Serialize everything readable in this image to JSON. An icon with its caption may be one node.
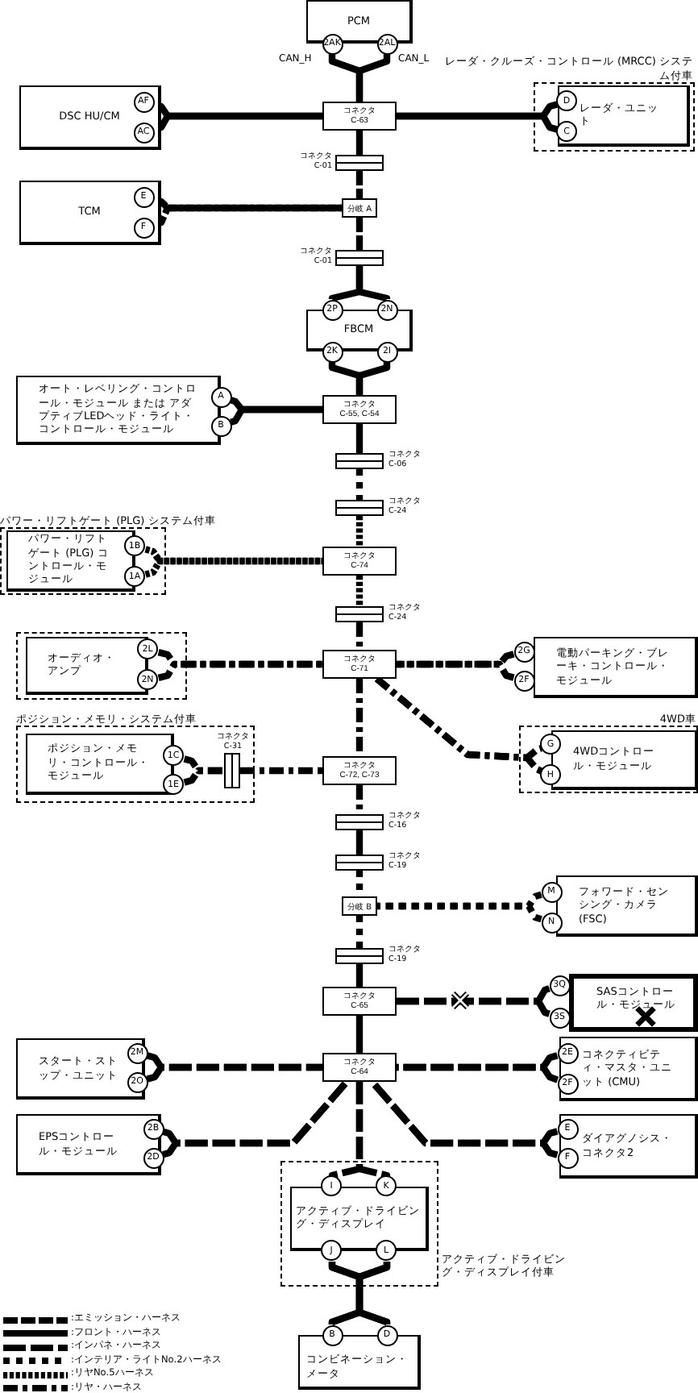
{
  "diagram": {
    "nodes": [
      {
        "text": [
          "PCM"
        ]
      },
      {
        "text": [
          "2AK"
        ]
      },
      {
        "text": [
          "2AL"
        ]
      },
      {
        "text": [
          "レーダ・クルーズ・コントロール (MRCC) システム付車"
        ]
      },
      {
        "text": [
          "DSC HU/CM"
        ]
      },
      {
        "text": [
          "AF"
        ],
        "in": 4
      },
      {
        "text": [
          "AC"
        ],
        "in": 4
      },
      {
        "text": [
          "コネクタ C-63"
        ]
      },
      {
        "text": [
          "レーダ・ユニット"
        ],
        "in": 3
      },
      {
        "text": [
          "D"
        ],
        "in": 8
      },
      {
        "text": [
          "C"
        ],
        "in": 8
      },
      {
        "text": [],
        "shape": "box",
        "beside": [
          "コネクタ C-01"
        ]
      },
      {
        "text": [
          "TCM"
        ]
      },
      {
        "text": [
          "E"
        ],
        "in": 12
      },
      {
        "text": [
          "F"
        ],
        "in": 12
      },
      {
        "text": [
          "分岐 A"
        ]
      },
      {
        "text": [],
        "shape": "box",
        "beside": [
          "コネクタ C-01"
        ]
      },
      {
        "text": [
          "FBCM"
        ]
      },
      {
        "text": [
          "2P"
        ]
      },
      {
        "text": [
          "2N"
        ]
      },
      {
        "text": [
          "2K"
        ]
      },
      {
        "text": [
          "2I"
        ]
      },
      {
        "text": [
          "オート・レベリング・コントロール・モジュール または アダプティブLEDヘッド・ライト・コントロール・モジュール"
        ]
      },
      {
        "text": [
          "A"
        ]
      },
      {
        "text": [
          "B"
        ]
      },
      {
        "text": [
          "コネクタ C-55, C-54"
        ]
      },
      {
        "text": [],
        "shape": "box",
        "beside": [
          "コネクタ C-06"
        ]
      },
      {
        "text": [],
        "shape": "box",
        "beside": [
          "コネクタ C-24"
        ]
      },
      {
        "text": [
          "パワー・リフトゲート (PLG) システム付車"
        ]
      },
      {
        "text": [
          "パワー・リフトゲート (PLG) コントロール・モジュール"
        ],
        "in": 28
      },
      {
        "text": [
          "1B"
        ],
        "in": 28
      },
      {
        "text": [
          "1A"
        ],
        "in": 28
      },
      {
        "text": [
          "コネクタ C-74"
        ]
      },
      {
        "text": [],
        "shape": "box",
        "beside": [
          "コネクタ C-24"
        ]
      },
      {
        "text": [],
        "shape": "box"
      },
      {
        "text": [
          "オーディオ・アンプ"
        ],
        "in": 34
      },
      {
        "text": [
          "2L"
        ],
        "in": 34
      },
      {
        "text": [
          "2N"
        ],
        "in": 34
      },
      {
        "text": [
          "コネクタ C-71"
        ]
      },
      {
        "text": [
          "電動パーキング・ブレーキ・コントロール・モジュール"
        ]
      },
      {
        "text": [
          "2G"
        ]
      },
      {
        "text": [
          "2F"
        ]
      },
      {
        "text": [
          "ポジション・メモリ・システム付車"
        ]
      },
      {
        "text": [
          "ポジション・メモリ・コントロール・モジュール"
        ],
        "in": 42
      },
      {
        "text": [
          "1C"
        ],
        "in": 42
      },
      {
        "text": [
          "1E"
        ],
        "in": 42
      },
      {
        "text": [],
        "shape": "box",
        "beside": [
          "コネクタ C-31"
        ],
        "in": 42
      },
      {
        "text": [
          "コネクタ C-72, C-73"
        ]
      },
      {
        "text": [
          "4WD車"
        ]
      },
      {
        "text": [
          "4WDコントロール・モジュール"
        ],
        "in": 48
      },
      {
        "text": [
          "G"
        ],
        "in": 48
      },
      {
        "text": [
          "H"
        ],
        "in": 48
      },
      {
        "text": [],
        "shape": "box",
        "beside": [
          "コネクタ C-16"
        ]
      },
      {
        "text": [],
        "shape": "box",
        "beside": [
          "コネクタ C-19"
        ]
      },
      {
        "text": [
          "分岐 B"
        ]
      },
      {
        "text": [
          "フォワード・センシング・カメラ (FSC)"
        ]
      },
      {
        "text": [
          "M"
        ]
      },
      {
        "text": [
          "N"
        ]
      },
      {
        "text": [],
        "shape": "box",
        "beside": [
          "コネクタ C-19"
        ]
      },
      {
        "text": [
          "コネクタ C-65"
        ]
      },
      {
        "text": [
          "SASコントロール・モジュール"
        ]
      },
      {
        "text": [
          "3Q"
        ]
      },
      {
        "text": [
          "3S"
        ]
      },
      {
        "text": [
          "コネクタ C-64"
        ]
      },
      {
        "text": [
          "スタート・ストップ・ユニット"
        ]
      },
      {
        "text": [
          "2M"
        ],
        "in": 64
      },
      {
        "text": [
          "2O"
        ],
        "in": 64
      },
      {
        "text": [
          "コネクティビティ・マスタ・ユニット (CMU)"
        ]
      },
      {
        "text": [
          "2E"
        ],
        "in": 67
      },
      {
        "text": [
          "2F"
        ],
        "in": 67
      },
      {
        "text": [
          "EPSコントロール・モジュール"
        ]
      },
      {
        "text": [
          "2B"
        ],
        "in": 70
      },
      {
        "text": [
          "2D"
        ],
        "in": 70
      },
      {
        "text": [
          "ダイアグノシス・コネクタ2"
        ]
      },
      {
        "text": [
          "E"
        ],
        "in": 73
      },
      {
        "text": [
          "F"
        ],
        "in": 73
      },
      {
        "text": [
          "アクティブ・ドライビング・ディスプレイ付車"
        ]
      },
      {
        "text": [
          "アクティブ・ドライビング・ディスプレイ"
        ],
        "in": 76
      },
      {
        "text": [
          "I"
        ],
        "in": 76
      },
      {
        "text": [
          "K"
        ],
        "in": 76
      },
      {
        "text": [
          "J"
        ],
        "in": 76
      },
      {
        "text": [
          "L"
        ],
        "in": 76
      },
      {
        "text": [
          "コンビネーション・メータ"
        ]
      },
      {
        "text": [
          "B"
        ]
      },
      {
        "text": [
          "D"
        ]
      }
    ],
    "edges": [
      {
        "from": 1,
        "to": 7,
        "arrow": "none",
        "label": "CAN_H"
      },
      {
        "from": 2,
        "to": 7,
        "arrow": "none",
        "label": "CAN_L"
      },
      {
        "from": 5,
        "to": 7,
        "arrow": "none"
      },
      {
        "from": 6,
        "to": 7,
        "arrow": "none"
      },
      {
        "from": 9,
        "to": 7,
        "arrow": "none"
      },
      {
        "from": 10,
        "to": 7,
        "arrow": "none"
      },
      {
        "from": 7,
        "to": 11,
        "arrow": "none"
      },
      {
        "from": 11,
        "to": 15,
        "arrow": "none",
        "style": "dashed"
      },
      {
        "from": 13,
        "to": 15,
        "arrow": "none",
        "style": "dashed"
      },
      {
        "from": 14,
        "to": 15,
        "arrow": "none",
        "style": "dashed"
      },
      {
        "from": 15,
        "to": 16,
        "arrow": "none",
        "style": "dashed"
      },
      {
        "from": 16,
        "to": 18,
        "arrow": "none"
      },
      {
        "from": 16,
        "to": 19,
        "arrow": "none"
      },
      {
        "from": 20,
        "to": 25,
        "arrow": "none"
      },
      {
        "from": 21,
        "to": 25,
        "arrow": "none"
      },
      {
        "from": 23,
        "to": 25,
        "arrow": "none"
      },
      {
        "from": 24,
        "to": 25,
        "arrow": "none"
      },
      {
        "from": 25,
        "to": 26,
        "arrow": "none"
      },
      {
        "from": 26,
        "to": 27,
        "arrow": "none",
        "style": "dashed"
      },
      {
        "from": 27,
        "to": 32,
        "arrow": "none",
        "style": "dashed"
      },
      {
        "from": 30,
        "to": 32,
        "arrow": "none",
        "style": "dashed"
      },
      {
        "from": 31,
        "to": 32,
        "arrow": "none",
        "style": "dashed"
      },
      {
        "from": 32,
        "to": 33,
        "arrow": "none",
        "style": "dashed"
      },
      {
        "from": 33,
        "to": 38,
        "arrow": "none",
        "style": "dashed"
      },
      {
        "from": 36,
        "to": 38,
        "arrow": "none",
        "style": "dashed"
      },
      {
        "from": 37,
        "to": 38,
        "arrow": "none",
        "style": "dashed"
      },
      {
        "from": 40,
        "to": 38,
        "arrow": "none",
        "style": "dashed"
      },
      {
        "from": 41,
        "to": 38,
        "arrow": "none",
        "style": "dashed"
      },
      {
        "from": 38,
        "to": 50,
        "arrow": "none",
        "style": "dashed"
      },
      {
        "from": 38,
        "to": 51,
        "arrow": "none",
        "style": "dashed"
      },
      {
        "from": 38,
        "to": 47,
        "arrow": "none",
        "style": "dashed"
      },
      {
        "from": 44,
        "to": 46,
        "arrow": "none",
        "style": "dashed"
      },
      {
        "from": 45,
        "to": 46,
        "arrow": "none",
        "style": "dashed"
      },
      {
        "from": 46,
        "to": 47,
        "arrow": "none",
        "style": "dashed"
      },
      {
        "from": 47,
        "to": 52,
        "arrow": "none",
        "style": "dashed"
      },
      {
        "from": 52,
        "to": 53,
        "arrow": "none"
      },
      {
        "from": 53,
        "to": 54,
        "arrow": "none",
        "style": "dashed"
      },
      {
        "from": 56,
        "to": 54,
        "arrow": "none",
        "style": "dashed"
      },
      {
        "from": 57,
        "to": 54,
        "arrow": "none",
        "style": "dashed"
      },
      {
        "from": 54,
        "to": 58,
        "arrow": "none",
        "style": "dashed"
      },
      {
        "from": 58,
        "to": 59,
        "arrow": "none"
      },
      {
        "from": 61,
        "to": 59,
        "arrow": "none",
        "style": "dashed"
      },
      {
        "from": 62,
        "to": 59,
        "arrow": "none",
        "style": "dashed"
      },
      {
        "from": 59,
        "to": 63,
        "arrow": "none"
      },
      {
        "from": 65,
        "to": 63,
        "arrow": "none",
        "style": "dashed"
      },
      {
        "from": 66,
        "to": 63,
        "arrow": "none",
        "style": "dashed"
      },
      {
        "from": 68,
        "to": 63,
        "arrow": "none",
        "style": "dashed"
      },
      {
        "from": 69,
        "to": 63,
        "arrow": "none",
        "style": "dashed"
      },
      {
        "from": 71,
        "to": 63,
        "arrow": "none",
        "style": "dashed"
      },
      {
        "from": 72,
        "to": 63,
        "arrow": "none",
        "style": "dashed"
      },
      {
        "from": 74,
        "to": 63,
        "arrow": "none",
        "style": "dashed"
      },
      {
        "from": 75,
        "to": 63,
        "arrow": "none",
        "style": "dashed"
      },
      {
        "from": 63,
        "to": 78,
        "arrow": "none",
        "style": "dashed"
      },
      {
        "from": 63,
        "to": 79,
        "arrow": "none",
        "style": "dashed"
      },
      {
        "from": 80,
        "to": 83,
        "arrow": "none"
      },
      {
        "from": 80,
        "to": 84,
        "arrow": "none"
      },
      {
        "from": 81,
        "to": 83,
        "arrow": "none"
      },
      {
        "from": 81,
        "to": 84,
        "arrow": "none"
      }
    ],
    "legend": [
      {
        "text": ":エミッション・ハーネス"
      },
      {
        "text": ":フロント・ハーネス"
      },
      {
        "text": ":インパネ・ハーネス"
      },
      {
        "text": ":インテリア・ライトNo.2ハーネス"
      },
      {
        "text": ":リヤNo.5ハーネス"
      },
      {
        "text": ":リヤ・ハーネス"
      }
    ]
  }
}
